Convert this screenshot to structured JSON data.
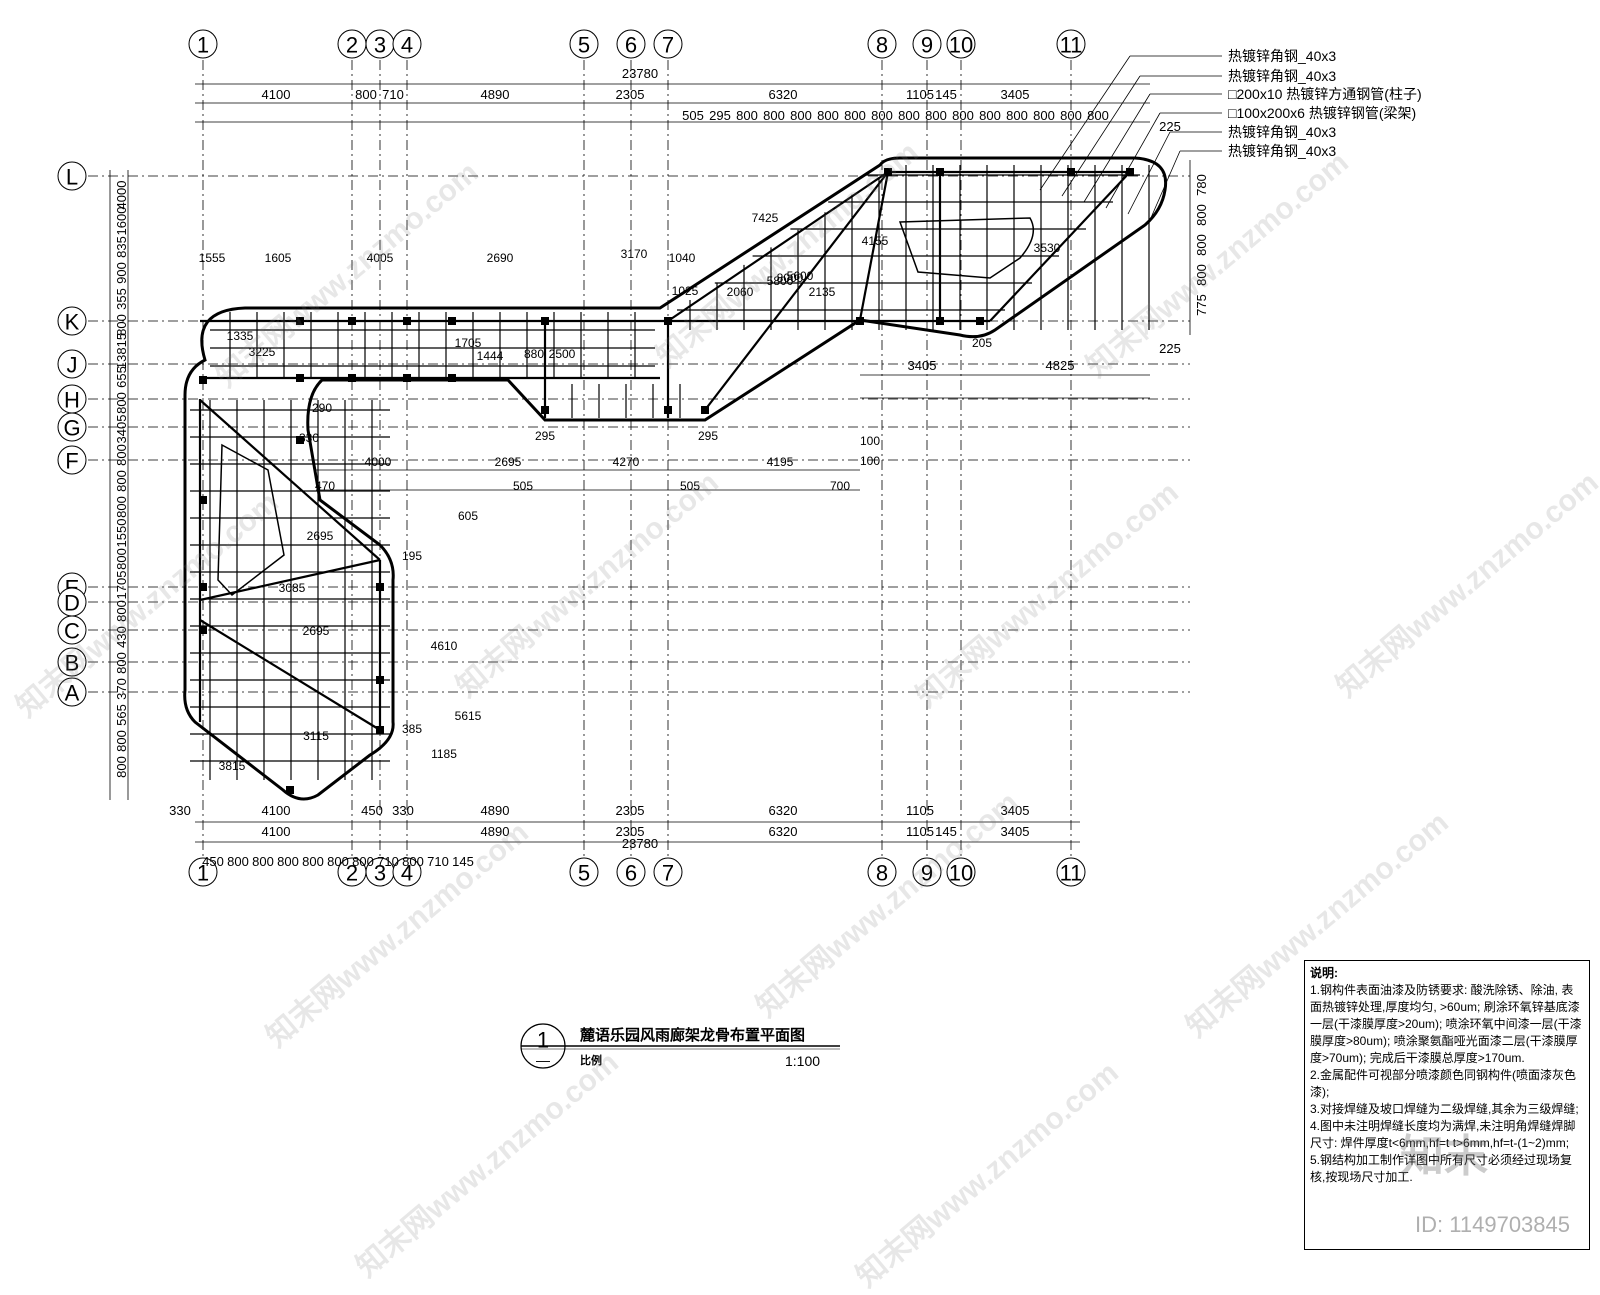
{
  "axes_x": [
    "1",
    "2",
    "3",
    "4",
    "5",
    "6",
    "7",
    "8",
    "9",
    "10",
    "11"
  ],
  "axes_y": [
    "L",
    "K",
    "J",
    "H",
    "G",
    "F",
    "E",
    "D",
    "C",
    "B",
    "A"
  ],
  "top_dims": {
    "overall": "23780",
    "row1": [
      "4100",
      "800",
      "710",
      "4890",
      "2305",
      "6320",
      "1105",
      "145",
      "3405"
    ],
    "row2": [
      "505",
      "295",
      "800",
      "800",
      "800",
      "800",
      "800",
      "800",
      "800",
      "800",
      "800",
      "800",
      "800",
      "800",
      "800",
      "800"
    ]
  },
  "bottom_dims": {
    "row1": [
      "330",
      "4100",
      "450",
      "330",
      "4890",
      "2305",
      "6320",
      "1105",
      "3405"
    ],
    "row2": [
      "4100",
      "4890",
      "2305",
      "23780",
      "6320",
      "1105",
      "145",
      "3405"
    ],
    "row3": [
      "450",
      "800",
      "800",
      "800",
      "800",
      "800",
      "800",
      "710",
      "800",
      "710",
      "145"
    ]
  },
  "left_dims": [
    "4000",
    "1600",
    "835",
    "900",
    "355",
    "800",
    "13815",
    "655",
    "800",
    "3405",
    "800",
    "800",
    "800",
    "1550",
    "800",
    "1705",
    "800",
    "430",
    "800",
    "370",
    "565",
    "800",
    "800"
  ],
  "right_dims": [
    "780",
    "800",
    "800",
    "800",
    "775",
    "225",
    "225",
    "3405",
    "4825"
  ],
  "interior_dims": [
    "1555",
    "1605",
    "4005",
    "2690",
    "3170",
    "1040",
    "1025",
    "2060",
    "7425",
    "5600",
    "2135",
    "4155",
    "3530",
    "205",
    "1335",
    "3225",
    "1705",
    "1444",
    "880",
    "2500",
    "295",
    "295",
    "290",
    "330",
    "4000",
    "2695",
    "4270",
    "4195",
    "100",
    "100",
    "470",
    "505",
    "505",
    "700",
    "2695",
    "3085",
    "195",
    "605",
    "4610",
    "5615",
    "385",
    "1185",
    "2695",
    "3115",
    "3815",
    "5800",
    "8000"
  ],
  "legend": [
    {
      "label": "热镀锌角钢_40x3"
    },
    {
      "label": "热镀锌角钢_40x3"
    },
    {
      "label": "□200x10 热镀锌方通钢管(柱子)"
    },
    {
      "label": "□100x200x6 热镀锌钢管(梁架)"
    },
    {
      "label": "热镀锌角钢_40x3"
    },
    {
      "label": "热镀锌角钢_40x3"
    }
  ],
  "title": {
    "number": "1",
    "sub": "—",
    "name": "麓语乐园风雨廊架龙骨布置平面图",
    "scale_label": "比例",
    "scale": "1:100"
  },
  "notes": {
    "heading": "说明:",
    "items": [
      "1.钢构件表面油漆及防锈要求: 酸洗除锈、除油, 表面热镀锌处理,厚度均匀, >60um; 刷涂环氧锌基底漆一层(干漆膜厚度>20um); 喷涂环氧中间漆一层(干漆膜厚度>80um); 喷涂聚氨酯哑光面漆二层(干漆膜厚度>70um); 完成后干漆膜总厚度>170um.",
      "2.金属配件可视部分喷漆颜色同钢构件(喷面漆灰色漆);",
      "3.对接焊缝及坡口焊缝为二级焊缝,其余为三级焊缝;",
      "4.图中未注明焊缝长度均为满焊,未注明角焊缝焊脚尺寸: 焊件厚度t<6mm,hf=t t>6mm,hf=t-(1~2)mm;",
      "5.钢结构加工制作详图中所有尺寸必须经过现场复核,按现场尺寸加工."
    ]
  },
  "watermarks": [
    "知末网www.znzmo.com",
    "知末网www.znzmo.com",
    "知末网www.znzmo.com",
    "知末网www.znzmo.com",
    "知末网www.znzmo.com",
    "知末网www.znzmo.com",
    "知末网www.znzmo.com",
    "知末网www.znzmo.com",
    "知末网www.znzmo.com",
    "知末网www.znzmo.com",
    "知末网www.znzmo.com",
    "知末网www.znzmo.com"
  ],
  "id_mark": "ID: 1149703845",
  "brand_mark": "知末"
}
